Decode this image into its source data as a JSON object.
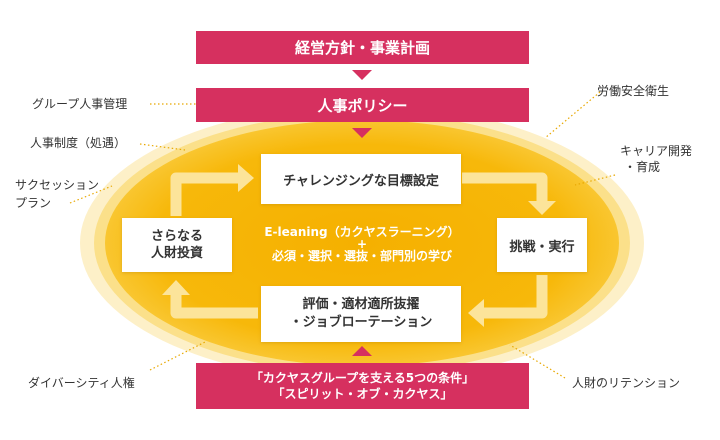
{
  "top_bar": "経営方針・事業計画",
  "policy_bar": "人事ポリシー",
  "bottom_bar": {
    "line1": "「カクヤスグループを支える5つの条件」",
    "line2": "「スピリット・オブ・カクヤス」"
  },
  "cycle": {
    "goal": "チャレンジングな目標設定",
    "action": "挑戦・実行",
    "eval_line1": "評価・適材適所抜擢",
    "eval_line2": "・ジョブローテーション",
    "invest_line1": "さらなる",
    "invest_line2": "人財投資"
  },
  "center": {
    "line1": "E-leaning（カクヤスラーニング）",
    "plus": "+",
    "line2": "必須・選択・選抜・部門別の学び"
  },
  "side_labels": {
    "group_hr": "グループ人事管理",
    "hr_system": "人事制度（処遇）",
    "succession_1": "サクセッション",
    "succession_2": "プラン",
    "diversity": "ダイバーシティ人権",
    "safety": "労働安全衛生",
    "career_1": "キャリア開発",
    "career_2": "・育成",
    "retention": "人財のリテンション"
  },
  "colors": {
    "accent": "#d6305f",
    "ellipse_outer": "#fdf0c8",
    "ellipse_inner": "#f7b80a",
    "arrow": "#fce49a",
    "leader": "#e8a800"
  }
}
